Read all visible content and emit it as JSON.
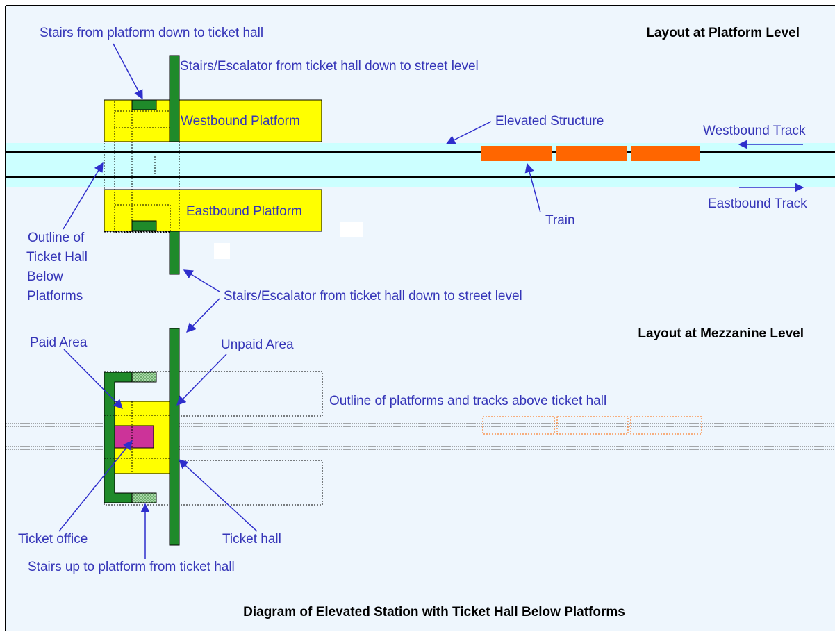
{
  "headings": {
    "platform_level": "Layout at Platform Level",
    "mezzanine_level": "Layout at Mezzanine Level",
    "caption": "Diagram of Elevated Station with Ticket Hall Below Platforms"
  },
  "platform_level": {
    "westbound_platform": "Westbound Platform",
    "eastbound_platform": "Eastbound Platform",
    "stairs_platform_to_ticket_hall": "Stairs from platform down to ticket hall",
    "stairs_escalator_top": "Stairs/Escalator from ticket hall down to street level",
    "elevated_structure": "Elevated Structure",
    "westbound_track": "Westbound Track",
    "eastbound_track": "Eastbound Track",
    "train": "Train",
    "outline_ticket_hall": [
      "Outline of",
      "Ticket Hall",
      "Below",
      "Platforms"
    ],
    "stairs_escalator_middle": "Stairs/Escalator from ticket hall down to street level"
  },
  "mezzanine_level": {
    "paid_area": "Paid Area",
    "unpaid_area": "Unpaid Area",
    "outline_platforms_tracks": "Outline of platforms and tracks above ticket hall",
    "ticket_office": "Ticket office",
    "ticket_hall": "Ticket hall",
    "stairs_up_to_platform": "Stairs up to platform from ticket hall"
  },
  "colors": {
    "background": "#eef6fd",
    "track_band": "#ccffff",
    "platform": "#ffff00",
    "stairs": "#1f8a2a",
    "train": "#ff6600",
    "ticket_office": "#cc3399",
    "label": "#3535b8",
    "arrow": "#2e2ecc"
  }
}
